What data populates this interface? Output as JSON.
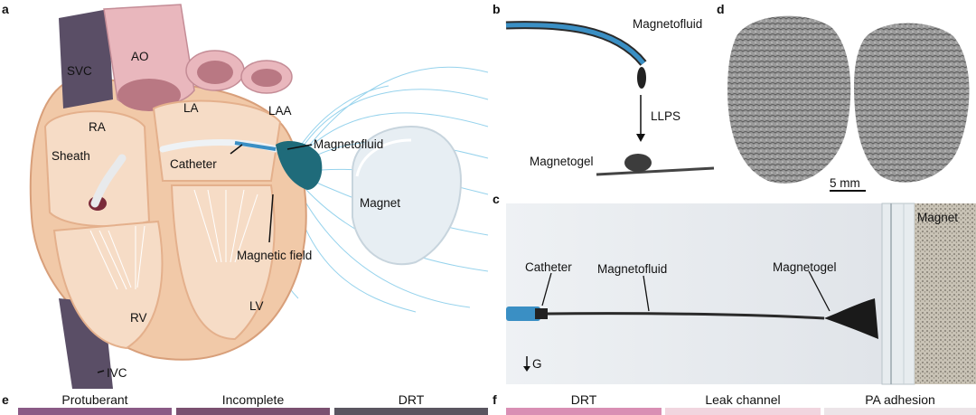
{
  "panels": {
    "a": {
      "letter": "a",
      "labels": {
        "svc": "SVC",
        "ao": "AO",
        "ra": "RA",
        "la": "LA",
        "laa": "LAA",
        "sheath": "Sheath",
        "catheter": "Catheter",
        "magnetofluid": "Magnetofluid",
        "magnet": "Magnet",
        "magnetic_field": "Magnetic field",
        "rv": "RV",
        "lv": "LV",
        "ivc": "IVC"
      }
    },
    "b": {
      "letter": "b",
      "labels": {
        "magnetofluid": "Magnetofluid",
        "llps": "LLPS",
        "magnetogel": "Magnetogel"
      }
    },
    "c": {
      "letter": "c",
      "labels": {
        "catheter": "Catheter",
        "magnetofluid": "Magnetofluid",
        "magnetogel": "Magnetogel",
        "magnet": "Magnet",
        "gravity": "G"
      }
    },
    "d": {
      "letter": "d",
      "scale_bar": "5 mm"
    },
    "e": {
      "letter": "e",
      "columns": [
        "Protuberant",
        "Incomplete",
        "DRT"
      ]
    },
    "f": {
      "letter": "f",
      "columns": [
        "DRT",
        "Leak channel",
        "PA adhesion"
      ]
    }
  },
  "colors": {
    "heart_outer": "#f1c9a8",
    "heart_inner": "#f6dcc6",
    "vessel_dark": "#5a4e66",
    "aorta": "#e9b7bd",
    "field_line": "#7cc8e8",
    "magnetofluid": "#1f6b7a",
    "catheter_blue": "#3a8fc4",
    "gel_gray": "#8a8a8a"
  }
}
